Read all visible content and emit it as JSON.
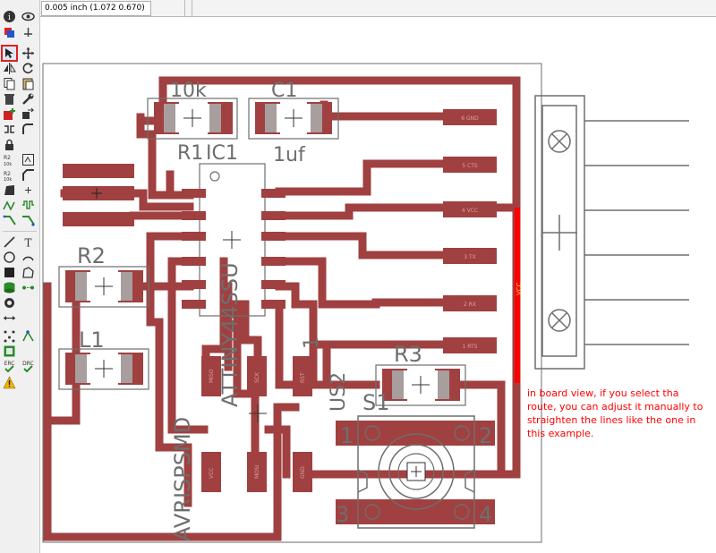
{
  "app": {
    "coordinate_readout": "0.005 inch (1.072 0.670)"
  },
  "toolbar": {
    "tools": [
      "info-icon",
      "eye-icon",
      "layer-icon",
      "mark-icon",
      "move-icon",
      "move-group-icon",
      "mirror-icon",
      "rotate-icon",
      "copy-icon",
      "paste-icon",
      "delete-icon",
      "wrench-icon",
      "add-icon",
      "replace-icon",
      "split-icon",
      "bend-icon",
      "lock-icon",
      "smash-icon",
      "name-icon",
      "value-icon",
      "polygon-icon",
      "miter-icon",
      "pin-icon",
      "optimize-icon",
      "meander-icon",
      "route-icon",
      "ripup-icon",
      "autoroute-icon",
      "line-icon",
      "text-icon",
      "circle-icon",
      "arc-icon",
      "rect-icon",
      "polygon-draw-icon",
      "via-icon",
      "signal-icon",
      "hole-icon",
      "dimension-icon",
      "attribute-icon",
      "ratsnest-icon",
      "drc-icon",
      "erc-icon",
      "errors-icon"
    ],
    "labels": {
      "i": "i",
      "t": "T",
      "erc": "ERC",
      "drc": "DRC"
    }
  },
  "board": {
    "components": {
      "r1_value": "10k",
      "c1_label": "C1",
      "c1_value": "1uf",
      "r1_label": "R1",
      "ic1_label": "IC1",
      "ic1_value": "ATTINY44SSU",
      "r2_label": "R2",
      "l1_label": "L1",
      "r3_label": "R3",
      "s1_label": "S1",
      "usp2_label": "US2",
      "pin1_label": "1",
      "avrisp_label": "AVRISPSMD",
      "switch_pin1": "1",
      "switch_pin2": "2",
      "switch_pin3": "3",
      "switch_pin4": "4"
    },
    "header_pads": [
      "6 GND",
      "5 CTS",
      "4 VCC",
      "3 TX",
      "2 RX",
      "1 RTS"
    ],
    "isp_pads": [
      "MISO",
      "SCK",
      "RST",
      "VCC",
      "MOSI",
      "GND"
    ],
    "vcc_label": "VCC",
    "colors": {
      "trace": "#a04040",
      "highlight": "#ff0000",
      "outline": "#6e6e6e",
      "pad_silver": "#a9a9a9"
    }
  },
  "annotation": {
    "text": "in board view, if you select tha route, you can adjust it manually to straighten the lines like the one in this example."
  }
}
